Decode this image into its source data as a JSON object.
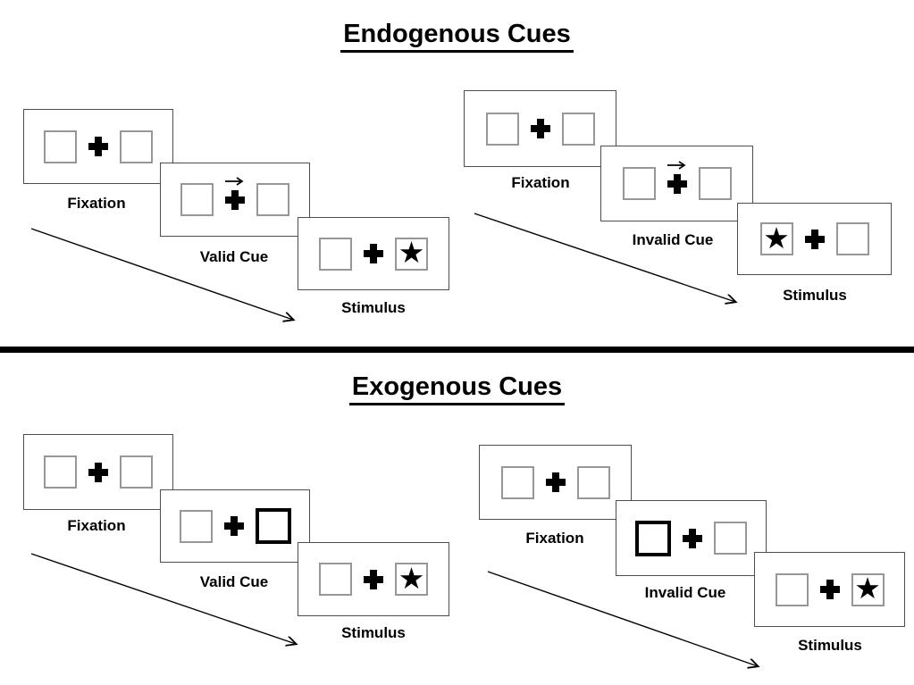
{
  "sections": [
    {
      "title": "Endogenous Cues",
      "groups": [
        {
          "type": "valid-trial",
          "panels": [
            {
              "label": "Fixation",
              "left_box": "empty",
              "center": "plus",
              "right_box": "empty"
            },
            {
              "label": "Valid Cue",
              "left_box": "empty",
              "center": "plus-with-right-arrow",
              "right_box": "empty"
            },
            {
              "label": "Stimulus",
              "left_box": "empty",
              "center": "plus",
              "right_box": "star"
            }
          ]
        },
        {
          "type": "invalid-trial",
          "panels": [
            {
              "label": "Fixation",
              "left_box": "empty",
              "center": "plus",
              "right_box": "empty"
            },
            {
              "label": "Invalid Cue",
              "left_box": "empty",
              "center": "plus-with-right-arrow",
              "right_box": "empty"
            },
            {
              "label": "Stimulus",
              "left_box": "star",
              "center": "plus",
              "right_box": "empty"
            }
          ]
        }
      ]
    },
    {
      "title": "Exogenous Cues",
      "groups": [
        {
          "type": "valid-trial",
          "panels": [
            {
              "label": "Fixation",
              "left_box": "empty",
              "center": "plus",
              "right_box": "empty"
            },
            {
              "label": "Valid Cue",
              "left_box": "empty",
              "center": "plus",
              "right_box": "highlighted-box"
            },
            {
              "label": "Stimulus",
              "left_box": "empty",
              "center": "plus",
              "right_box": "star"
            }
          ]
        },
        {
          "type": "invalid-trial",
          "panels": [
            {
              "label": "Fixation",
              "left_box": "empty",
              "center": "plus",
              "right_box": "empty"
            },
            {
              "label": "Invalid Cue",
              "left_box": "highlighted-box",
              "center": "plus",
              "right_box": "empty"
            },
            {
              "label": "Stimulus",
              "left_box": "empty",
              "center": "plus",
              "right_box": "star"
            }
          ]
        }
      ]
    }
  ],
  "symbols": {
    "star": "★"
  },
  "colors": {
    "background": "#ffffff",
    "ink": "#000000",
    "panel_border": "#4d4d4d",
    "box_border": "#979797",
    "highlight_box_border": "#000000"
  }
}
